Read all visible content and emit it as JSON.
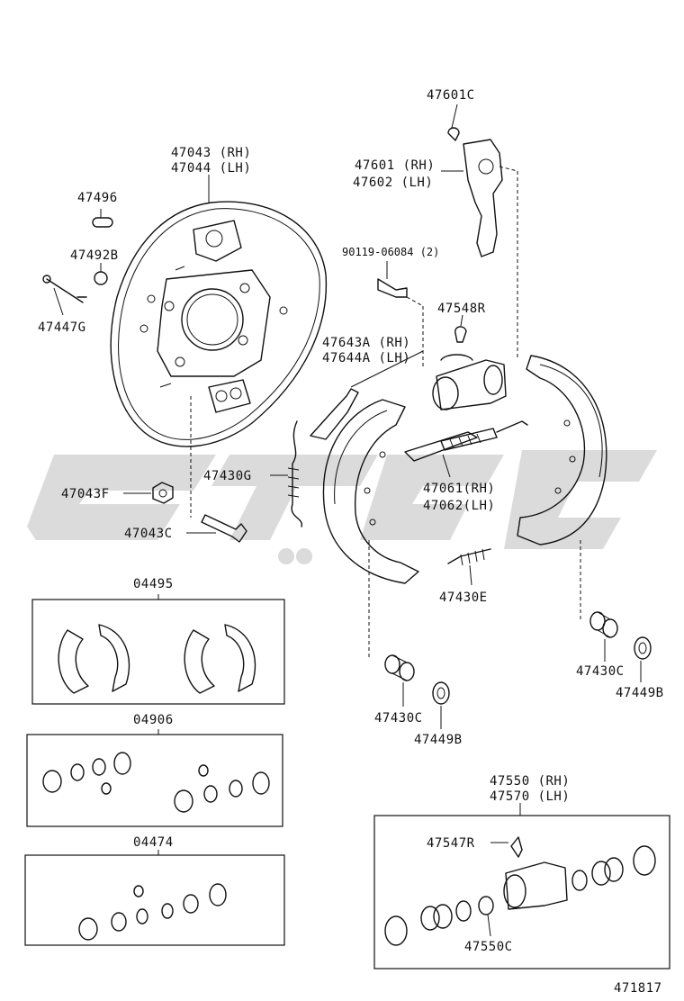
{
  "colors": {
    "ink": "#111111",
    "watermark": "#cfcfcf",
    "background": "#ffffff"
  },
  "labels": {
    "p47601C": "47601C",
    "p47601": "47601 (RH)",
    "p47602": "47602 (LH)",
    "p47043": "47043 (RH)",
    "p47044": "47044 (LH)",
    "p47496": "47496",
    "p47492B": "47492B",
    "p47447G": "47447G",
    "p90119": "90119-06084 (2)",
    "p47548R": "47548R",
    "p47643A": "47643A (RH)",
    "p47644A": "47644A (LH)",
    "p47430G": "47430G",
    "p47043F": "47043F",
    "p47043C": "47043C",
    "p47061": "47061(RH)",
    "p47062": "47062(LH)",
    "p47430E": "47430E",
    "p47430C_a": "47430C",
    "p47449B_a": "47449B",
    "p47430C_b": "47430C",
    "p47449B_b": "47449B",
    "p04495": "04495",
    "p04906": "04906",
    "p04474": "04474",
    "p47550": "47550 (RH)",
    "p47570": "47570 (LH)",
    "p47547R": "47547R",
    "p47550C": "47550C",
    "diagram_id": "471817"
  }
}
